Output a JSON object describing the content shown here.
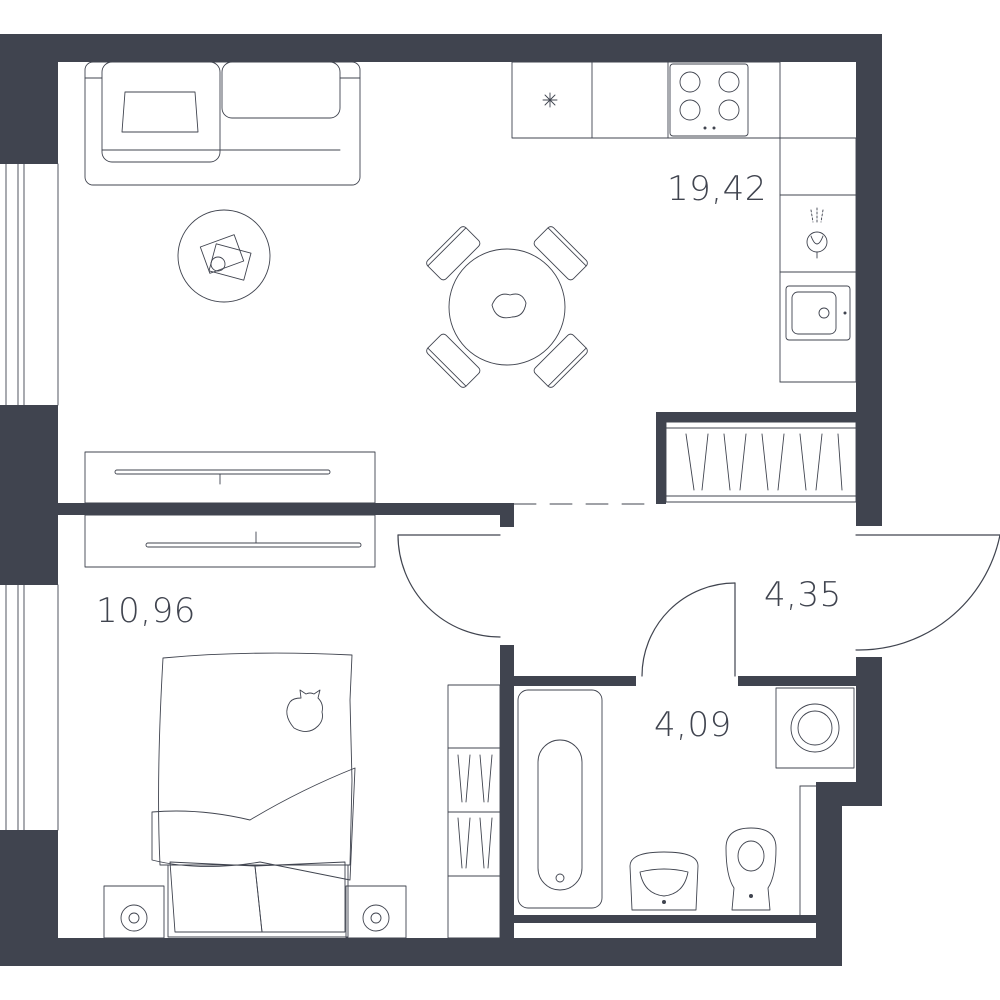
{
  "floor_plan": {
    "rooms": [
      {
        "id": "living-kitchen",
        "area_label": "19,42"
      },
      {
        "id": "bedroom",
        "area_label": "10,96"
      },
      {
        "id": "hallway",
        "area_label": "4,35"
      },
      {
        "id": "bathroom",
        "area_label": "4,09"
      }
    ],
    "colors": {
      "wall": "#40444f",
      "line": "#40444f",
      "background": "#ffffff"
    },
    "icons": [
      "sofa-icon",
      "coffee-table-icon",
      "dining-table-icon",
      "tv-stand-icon",
      "bed-icon",
      "nightstand-icon",
      "wardrobe-icon",
      "stove-icon",
      "sink-icon",
      "fridge-icon",
      "bathtub-icon",
      "washbasin-icon",
      "toilet-icon",
      "washing-machine-icon",
      "closet-icon",
      "door-icon",
      "window-icon"
    ]
  }
}
